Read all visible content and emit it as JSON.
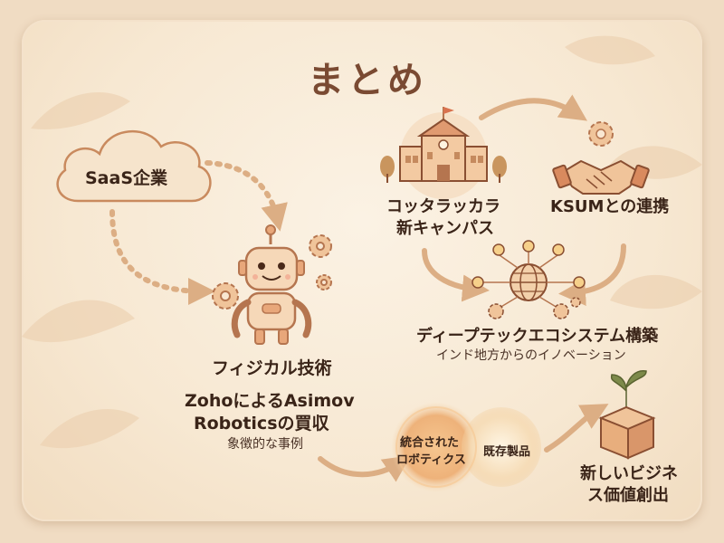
{
  "title": "まとめ",
  "saas": {
    "label": "SaaS企業"
  },
  "robot": {
    "title": "フィジカル技術",
    "case_line1": "ZohoによるAsimov",
    "case_line2": "Roboticsの買収",
    "note": "象徴的な事例"
  },
  "campus": {
    "line1": "コッタラッカラ",
    "line2": "新キャンパス"
  },
  "ksum": {
    "label": "KSUMとの連携"
  },
  "ecosystem": {
    "title": "ディープテックエコシステム構築",
    "subtitle": "インド地方からのイノベーション"
  },
  "venn": {
    "left_line1": "統合された",
    "left_line2": "ロボティクス",
    "right": "既存製品"
  },
  "business": {
    "line1": "新しいビジネ",
    "line2": "ス価値創出"
  },
  "icons": [
    "cloud-icon",
    "robot-icon",
    "gear-icon",
    "school-building-icon",
    "handshake-icon",
    "globe-icon",
    "lightbulb-icon",
    "box-sprout-icon",
    "arrow-icon"
  ],
  "colors": {
    "accent": "#c98a5e",
    "title": "#7a4a32",
    "text": "#3a2418",
    "background": "#f7e8d2"
  }
}
